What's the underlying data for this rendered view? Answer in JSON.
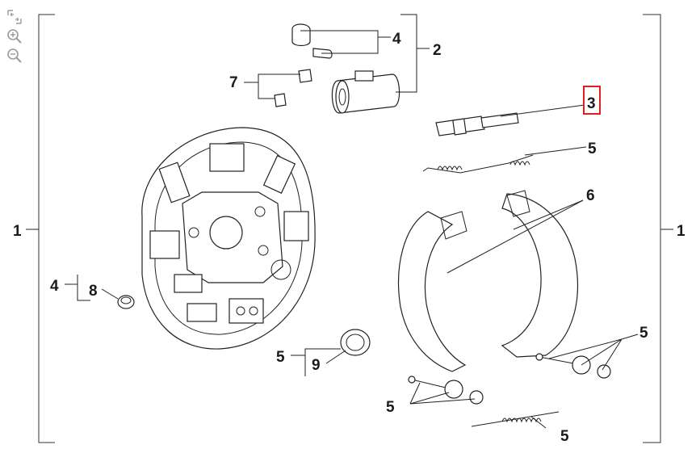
{
  "diagram": {
    "selected_callout": "3",
    "highlight_color": "#e02020",
    "line_color": "#222222",
    "callouts": {
      "c1_left": "1",
      "c1_right": "1",
      "c2": "2",
      "c3": "3",
      "c4_top": "4",
      "c4_left": "4",
      "c5_spring_top": "5",
      "c5_right": "5",
      "c5_bolt_bottom": "5",
      "c5_spring_bottom": "5",
      "c5_cap": "5",
      "c6": "6",
      "c7": "7",
      "c8": "8",
      "c9": "9"
    }
  },
  "toolbar": {
    "fit_icon": "fit-screen-icon",
    "zoom_in_icon": "zoom-in-icon",
    "zoom_out_icon": "zoom-out-icon"
  }
}
